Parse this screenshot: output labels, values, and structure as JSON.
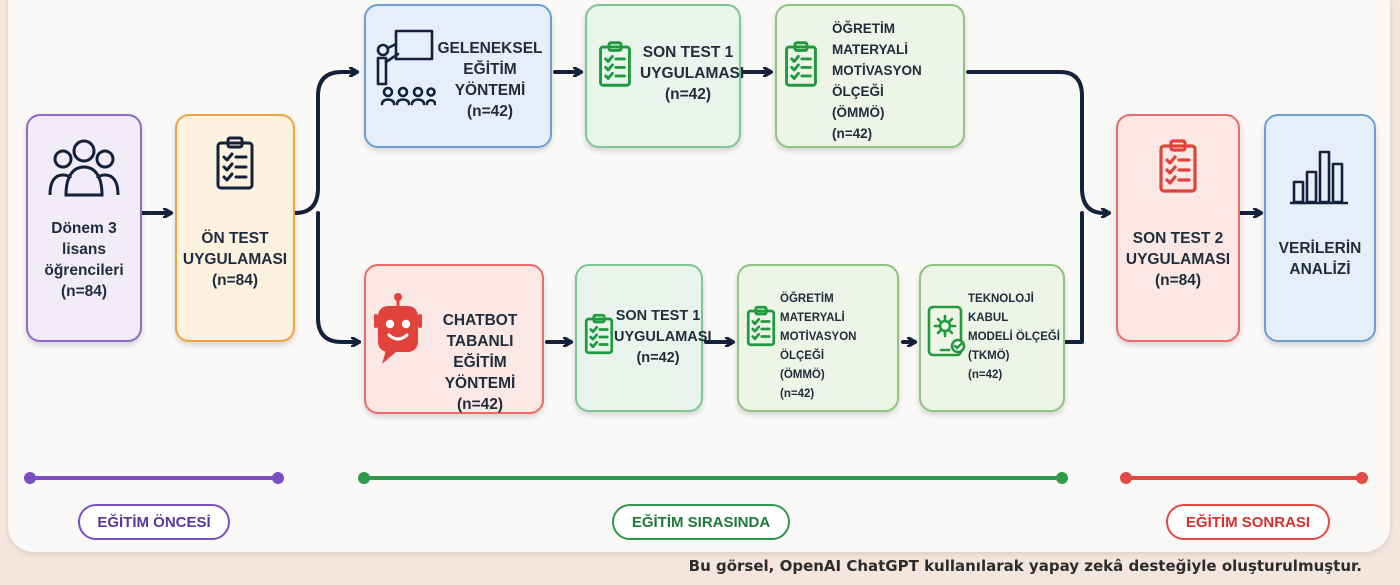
{
  "nodes": {
    "students": {
      "lines": [
        "Dönem 3",
        "lisans",
        "öğrencileri",
        "(n=84)"
      ],
      "icon": "users-icon"
    },
    "pretest": {
      "lines": [
        "ÖN TEST",
        "UYGULAMASI",
        "(n=84)"
      ],
      "icon": "clipboard-icon"
    },
    "traditional": {
      "lines": [
        "GELENEKSEL",
        "EĞİTİM YÖNTEMİ",
        "(n=42)"
      ],
      "icon": "teacher-icon"
    },
    "posttest1_top": {
      "lines": [
        "SON TEST 1",
        "UYGULAMASI",
        "(n=42)"
      ],
      "icon": "clipboard-icon"
    },
    "ommo_top": {
      "lines": [
        "ÖĞRETİM MATERYALİ",
        "MOTİVASYON ÖLÇEĞİ",
        "(ÖMMÖ)",
        "(n=42)"
      ],
      "icon": "clipboard-icon"
    },
    "chatbot": {
      "lines": [
        "CHATBOT TABANLI",
        "EĞİTİM YÖNTEMİ",
        "(n=42)"
      ],
      "icon": "robot-icon"
    },
    "posttest1_bottom": {
      "lines": [
        "SON TEST 1",
        "UYGULAMASI",
        "(n=42)"
      ],
      "icon": "clipboard-icon"
    },
    "ommo_bottom": {
      "lines": [
        "ÖĞRETİM MATERYALİ",
        "MOTİVASYON ÖLÇEĞİ",
        "(ÖMMÖ)",
        "(n=42)"
      ],
      "icon": "clipboard-icon"
    },
    "tkmo": {
      "lines": [
        "TEKNOLOJİ KABUL",
        "MODELİ ÖLÇEĞİ",
        "(TKMÖ)",
        "(n=42)"
      ],
      "icon": "tablet-gear-icon"
    },
    "posttest2": {
      "lines": [
        "SON TEST 2",
        "UYGULAMASI",
        "(n=84)"
      ],
      "icon": "clipboard-icon"
    },
    "analysis": {
      "lines": [
        "VERİLERİN",
        "ANALİZİ"
      ],
      "icon": "bar-chart-icon"
    }
  },
  "phases": {
    "before": {
      "label": "EĞİTİM ÖNCESİ",
      "color": "#7b4fc0"
    },
    "during": {
      "label": "EĞİTİM SIRASINDA",
      "color": "#2f9a4a"
    },
    "after": {
      "label": "EĞİTİM SONRASI",
      "color": "#e24a44"
    }
  },
  "colors": {
    "purple": "#8e6bc7",
    "orange": "#f2a33a",
    "blue": "#6d9fd3",
    "green": "#7fc493",
    "red": "#ea6d66",
    "ink": "#13213a"
  },
  "footer": "Bu görsel, OpenAI ChatGPT kullanılarak yapay zekâ desteğiyle oluşturulmuştur."
}
